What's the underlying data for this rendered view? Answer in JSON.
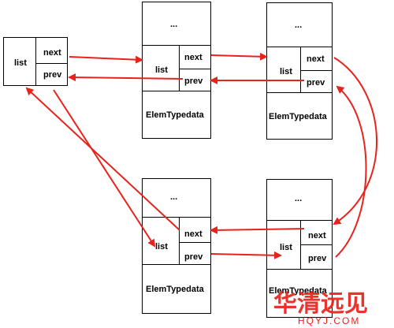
{
  "list_head": {
    "list_label": "list",
    "next_label": "next",
    "prev_label": "prev"
  },
  "nodes": [
    {
      "ellipsis": "...",
      "list_label": "list",
      "next_label": "next",
      "prev_label": "prev",
      "data_label": "ElemTypedata"
    },
    {
      "ellipsis": "...",
      "list_label": "list",
      "next_label": "next",
      "prev_label": "prev",
      "data_label": "ElemTypedata"
    },
    {
      "ellipsis": "...",
      "list_label": "list",
      "next_label": "next",
      "prev_label": "prev",
      "data_label": "ElemTypedata"
    },
    {
      "ellipsis": "...",
      "list_label": "list",
      "next_label": "next",
      "prev_label": "prev",
      "data_label": "ElemTypedata"
    }
  ],
  "arrow_color": "#e8231c",
  "watermark": {
    "logo_text": "华清远见",
    "url_text": "HQYJ.COM",
    "color": "#e8231c"
  }
}
